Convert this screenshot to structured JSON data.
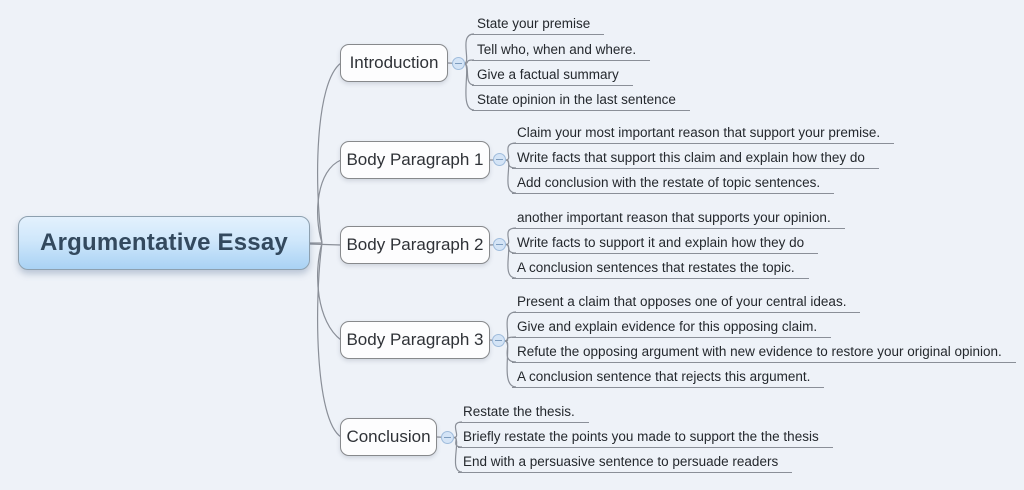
{
  "root": {
    "label": "Argumentative Essay"
  },
  "branches": [
    {
      "label": "Introduction",
      "topics": [
        "State your premise",
        "Tell who, when and where.",
        "Give a factual summary",
        "State opinion in the last sentence"
      ]
    },
    {
      "label": "Body Paragraph 1",
      "topics": [
        "Claim your most important reason that support your premise.",
        "Write facts that support this claim and explain how they do",
        "Add conclusion with the restate of topic sentences."
      ]
    },
    {
      "label": "Body Paragraph 2",
      "topics": [
        "another important reason that supports your opinion.",
        "Write facts to support it and explain how they do",
        "A conclusion sentences that restates the topic."
      ]
    },
    {
      "label": "Body Paragraph 3",
      "topics": [
        "Present a claim that opposes one of your central ideas.",
        "Give and explain evidence for this opposing claim.",
        "Refute the opposing argument with new evidence to restore your original opinion.",
        "A conclusion sentence that rejects this argument."
      ]
    },
    {
      "label": "Conclusion",
      "topics": [
        "Restate the thesis.",
        "Briefly restate the points you made to support the the thesis",
        "End with a persuasive sentence to persuade readers"
      ]
    }
  ],
  "colors": {
    "background": "#eef2f8",
    "root_gradient_top": "#e3f1fd",
    "root_gradient_bottom": "#a9d2f4",
    "root_text": "#33495e",
    "topic_border": "#87898c",
    "topic_fill": "#fdfdfe",
    "connector_line": "#8a8f98",
    "handle_fill": "#d4e4f6",
    "handle_border": "#9fbcdc"
  }
}
